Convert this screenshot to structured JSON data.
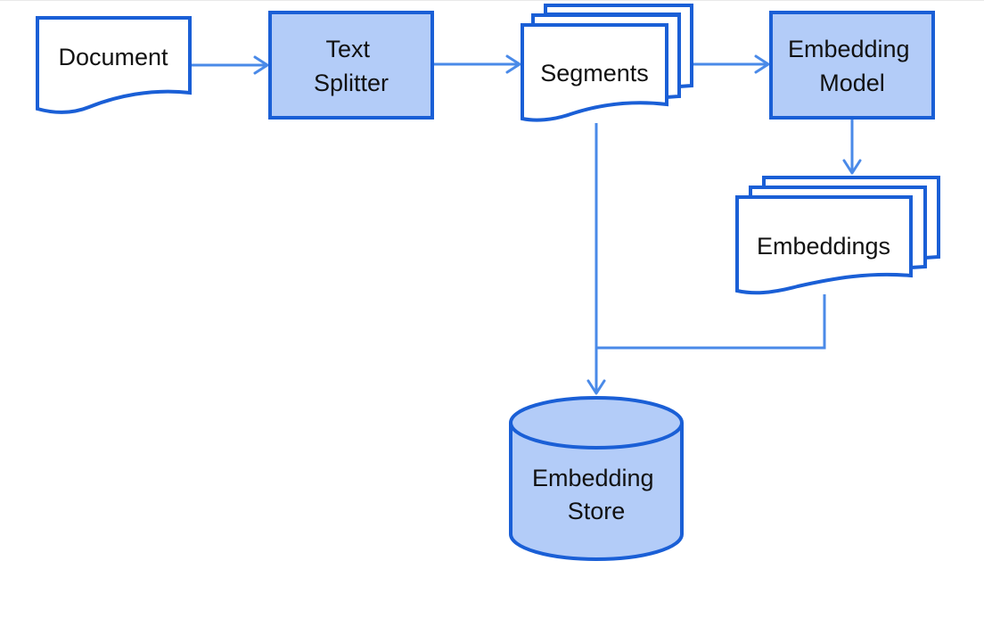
{
  "nodes": {
    "document": {
      "lines": [
        "Document"
      ]
    },
    "text_splitter": {
      "lines": [
        "Text",
        "Splitter"
      ]
    },
    "segments": {
      "lines": [
        "Segments"
      ]
    },
    "embedding_model": {
      "lines": [
        "Embedding",
        "Model"
      ]
    },
    "embeddings": {
      "lines": [
        "Embeddings"
      ]
    },
    "embedding_store": {
      "lines": [
        "Embedding",
        "Store"
      ]
    }
  },
  "colors": {
    "node_outline": "#1a5fd6",
    "node_fill": "#b3ccf8",
    "connector": "#4a8ae8",
    "text": "#111111",
    "background": "#ffffff"
  }
}
